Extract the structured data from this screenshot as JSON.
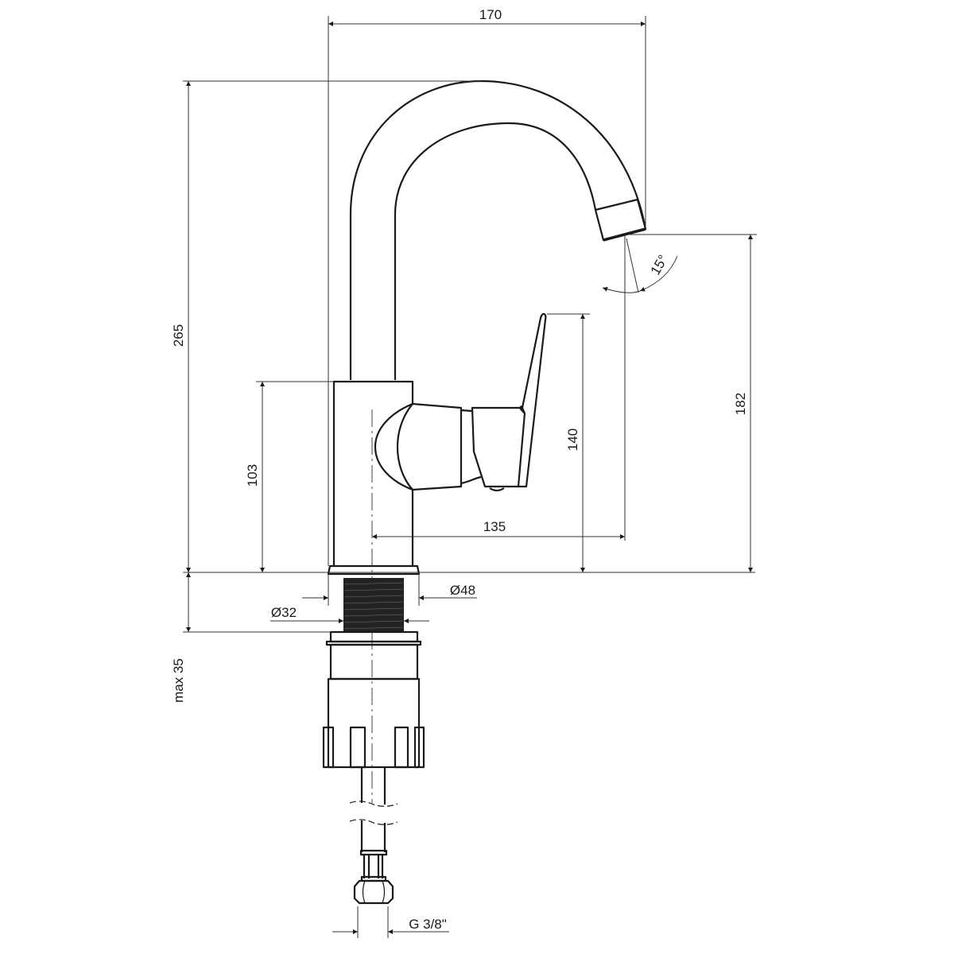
{
  "drawing": {
    "dimensions": {
      "width_total": "170",
      "height_total": "265",
      "body_height": "103",
      "handle_height": "140",
      "spout_height": "182",
      "spout_reach": "135",
      "flange_diameter": "Ø48",
      "thread_diameter": "Ø32",
      "max_thickness": "max 35",
      "connection": "G 3/8\"",
      "spout_angle": "15°"
    },
    "colors": {
      "line": "#1a1a1a",
      "thread": "#222222"
    }
  }
}
